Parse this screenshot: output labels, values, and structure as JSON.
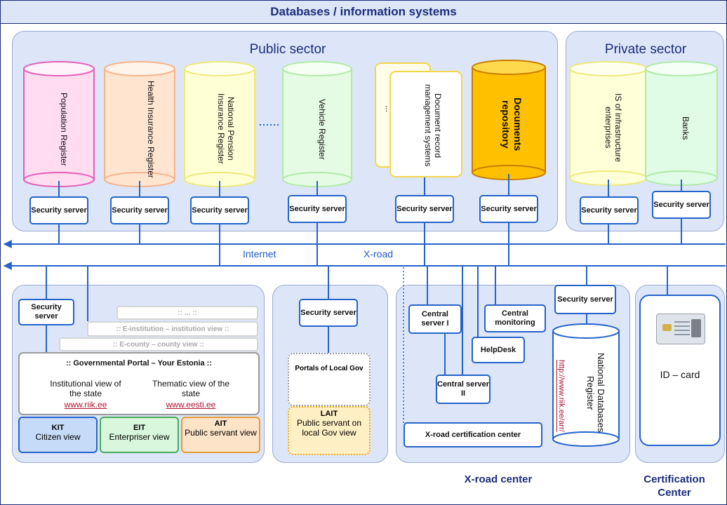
{
  "title": "Databases / information systems",
  "sections": {
    "public": "Public sector",
    "private": "Private sector"
  },
  "registers": {
    "population": "Population Register",
    "health": "Health Insurance Register",
    "pension": "National Pension Insurance Register",
    "vehicle": "Vehicle Register",
    "drms": "Document record management systems",
    "drms_back": "...",
    "repository": "Documents repository",
    "infra": "IS of infrastructure enterprises",
    "banks": "Banks"
  },
  "security_server": "Security server",
  "network": {
    "internet": "Internet",
    "xroad": "X-road"
  },
  "portal": {
    "ghost1": "::   ...   ::",
    "ghost2": ":: E-institution – institution view ::",
    "ghost3": ":: E-county – county view ::",
    "title": ":: Governmental Portal – Your Estonia ::",
    "inst_view": "Institutional view of the state",
    "inst_link": "www.riik.ee",
    "them_view": "Thematic view of the state",
    "them_link": "www.eesti.ee",
    "kit_title": "KIT",
    "kit_sub": "Citizen view",
    "eit_title": "EIT",
    "eit_sub": "Enterpriser view",
    "ait_title": "AIT",
    "ait_sub": "Public servant view"
  },
  "local": {
    "portals": "Portals of Local Gov",
    "lait_title": "LAIT",
    "lait_sub": "Public servant on local Gov view"
  },
  "center": {
    "central1": "Central server I",
    "central2": "Central server II",
    "monitoring": "Central monitoring",
    "helpdesk": "HelpDesk",
    "ndr": "National Databases Register",
    "ndr_link": "http://www.riik.ee/arr/",
    "cert": "X-road certification center",
    "label": "X-road center"
  },
  "idcard": {
    "label": "ID – card",
    "caption": "Certification Center"
  },
  "colors": {
    "navy": "#1b2c7a",
    "wire": "#2563c9",
    "panel": "#dde6f8",
    "population": "#ffdcf0",
    "health": "#ffe4d0",
    "pension": "#ffffd6",
    "vehicle": "#e6fbe4",
    "repository": "#ffc000",
    "banks": "#e0fbe6"
  }
}
